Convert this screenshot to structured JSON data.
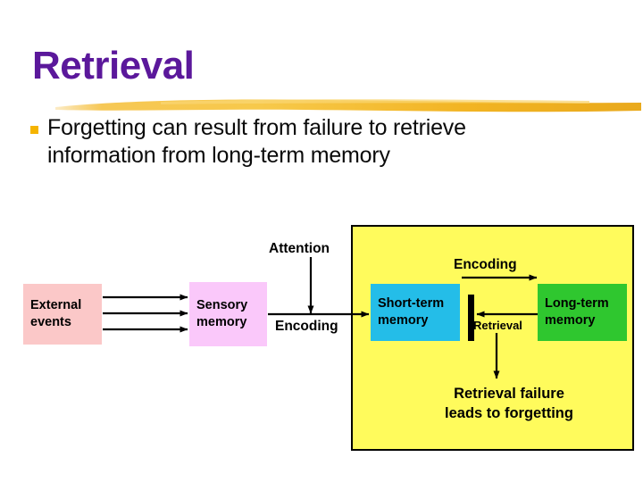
{
  "slide": {
    "title": "Retrieval",
    "title_color": "#5B189B",
    "background_color": "#FFFFFF",
    "accent_brush_color": "#F2B423"
  },
  "bullets": [
    {
      "marker": "square-bullet",
      "marker_color": "#F5B400",
      "text": "Forgetting can result from failure to retrieve information from long-term memory"
    }
  ],
  "diagram": {
    "type": "flow-diagram",
    "highlight_region": {
      "name": "retrieval-highlight",
      "fill_color": "#FFFB5C",
      "border_color": "#000000"
    },
    "boxes": [
      {
        "id": "external",
        "line1": "External",
        "line2": "events",
        "color": "#FBC8C8"
      },
      {
        "id": "sensory",
        "line1": "Sensory",
        "line2": "memory",
        "color": "#FAC8FA"
      },
      {
        "id": "stm",
        "line1": "Short-term",
        "line2": "memory",
        "color": "#24BDE8"
      },
      {
        "id": "ltm",
        "line1": "Long-term",
        "line2": "memory",
        "color": "#2FC72F"
      }
    ],
    "labels": {
      "attention": "Attention",
      "encoding_sensory_to_stm": "Encoding",
      "encoding_stm_to_ltm": "Encoding",
      "retrieval": "Retrieval",
      "failure_line1": "Retrieval failure",
      "failure_line2": "leads to forgetting"
    }
  }
}
